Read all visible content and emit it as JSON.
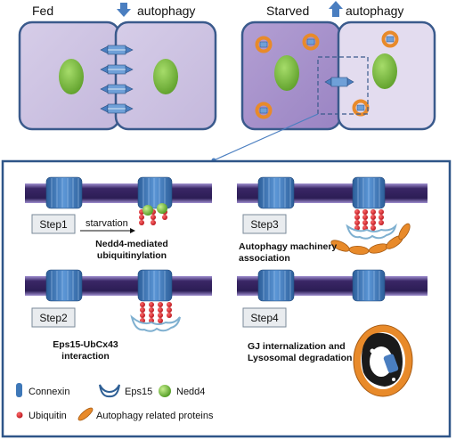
{
  "top": {
    "fed_label": "Fed",
    "fed_autophagy": "autophagy",
    "starved_label": "Starved",
    "starved_autophagy": "autophagy"
  },
  "steps": {
    "step1": {
      "label": "Step1",
      "arrow_text": "starvation",
      "caption_line1": "Nedd4-mediated",
      "caption_line2": "ubiquitinylation"
    },
    "step2": {
      "label": "Step2",
      "caption_line1": "Eps15-UbCx43",
      "caption_line2": "interaction"
    },
    "step3": {
      "label": "Step3",
      "caption_line1": "Autophagy machinery",
      "caption_line2": "association"
    },
    "step4": {
      "label": "Step4",
      "caption_line1": "GJ internalization and",
      "caption_line2": "Lysosomal degradation"
    }
  },
  "legend": {
    "connexin": "Connexin",
    "eps15": "Eps15",
    "nedd4": "Nedd4",
    "ubiquitin": "Ubiquitin",
    "autophagy_proteins": "Autophagy related proteins"
  },
  "colors": {
    "cell_fill": "#cfc4e2",
    "cell_starved_dark": "#a58fca",
    "cell_border": "#3a5a8c",
    "nucleus": "#7fc13f",
    "membrane": "#3a2766",
    "connexin": "#3e78b8",
    "ubiquitin": "#d9202a",
    "nedd4": "#7cc341",
    "autophagy_orange": "#e88a2a",
    "arrow_blue": "#4a7ec0"
  }
}
